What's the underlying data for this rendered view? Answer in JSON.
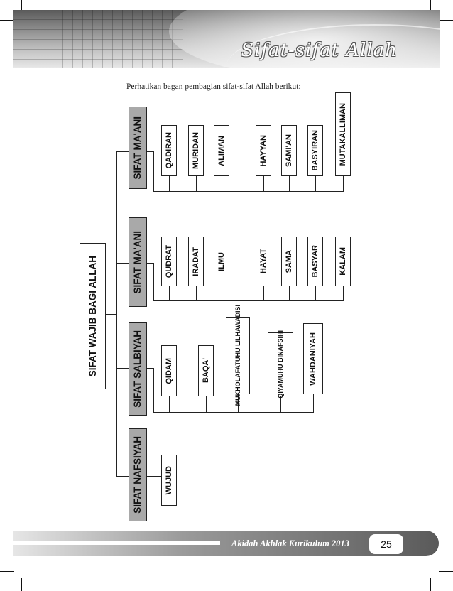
{
  "header": {
    "title": "Sifat-sifat Allah"
  },
  "intro": "Perhatikan bagan pembagian sifat-sifat Allah berikut:",
  "root": "SIFAT WAJIB BAGI ALLAH",
  "groups": [
    {
      "label": "SIFAT MA'ANI",
      "items": [
        "QADIRAN",
        "MURIDAN",
        "ALIMAN",
        "HAYYAN",
        "SAMI'AN",
        "BASYIRAN",
        "MUTAKALLIMAN"
      ]
    },
    {
      "label": "SIFAT MA'ANI",
      "items": [
        "QUDRAT",
        "IRADAT",
        "ILMU",
        "HAYAT",
        "SAMA",
        "BASYAR",
        "KALAM"
      ]
    },
    {
      "label": "SIFAT SALBIYAH",
      "items": [
        "QIDAM",
        "BAQA'",
        "MUKHOLAFATUHU LILHAWADISI",
        "QIYAMUHU BINAFSIHI",
        "WAHDANIYAH"
      ]
    },
    {
      "label": "SIFAT NAFSIYAH",
      "items": [
        "WUJUD"
      ]
    }
  ],
  "footer": {
    "text": "Akidah Akhlak Kurikulum 2013",
    "page": "25"
  }
}
